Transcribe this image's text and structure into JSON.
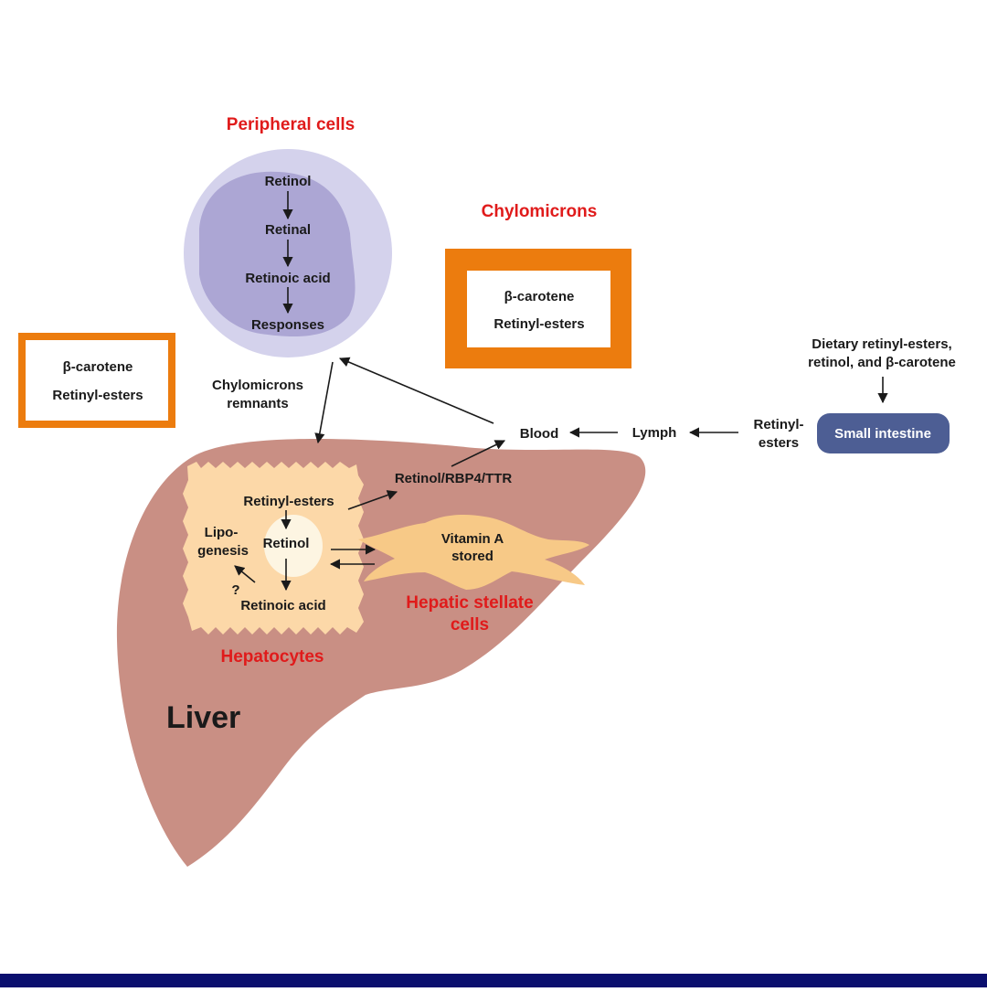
{
  "peripheral": {
    "title": "Peripheral cells",
    "steps": [
      "Retinol",
      "Retinal",
      "Retinoic acid",
      "Responses"
    ]
  },
  "chylomicrons_box": {
    "title": "Chylomicrons",
    "line1": "β-carotene",
    "line2": "Retinyl-esters"
  },
  "left_box": {
    "line1": "β-carotene",
    "line2": "Retinyl-esters"
  },
  "remnants": {
    "line1": "Chylomicrons",
    "line2": "remnants"
  },
  "flow": {
    "blood": "Blood",
    "lymph": "Lymph",
    "retinyl_esters_line1": "Retinyl-",
    "retinyl_esters_line2": "esters",
    "small_intestine": "Small intestine",
    "dietary_line1": "Dietary retinyl-esters,",
    "dietary_line2": "retinol, and β-carotene",
    "retinol_complex": "Retinol/RBP4/TTR"
  },
  "hepatocyte": {
    "retinyl_esters": "Retinyl-esters",
    "retinol": "Retinol",
    "lipo_line1": "Lipo-",
    "lipo_line2": "genesis",
    "question": "?",
    "retinoic_acid": "Retinoic acid",
    "label": "Hepatocytes"
  },
  "stellate": {
    "line1": "Vitamin A",
    "line2": "stored",
    "label_line1": "Hepatic stellate",
    "label_line2": "cells"
  },
  "liver_label": "Liver",
  "colors": {
    "liver": "#c98f84",
    "hepatocyte": "#fcd8a8",
    "stellate": "#f7c987",
    "cell_outer": "#d4d2ec",
    "cell_inner": "#aca6d4",
    "orange_frame": "#ec7c0e",
    "intestine": "#4d5e94",
    "footer": "#0a0f6e",
    "red_text": "#e01b1b"
  }
}
